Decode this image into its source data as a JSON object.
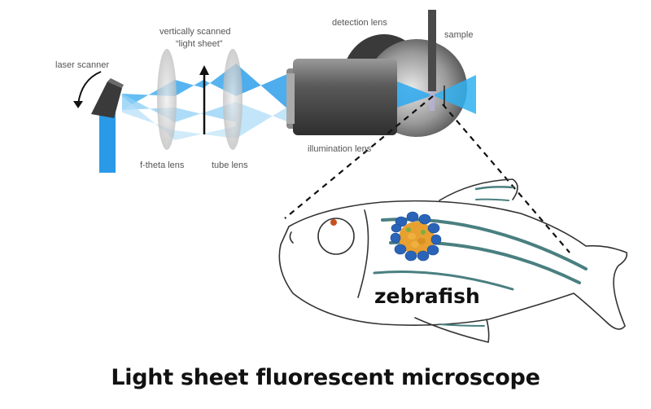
{
  "labels": {
    "laser_scanner": "laser scanner",
    "vertically_scanned_line1": "vertically scanned",
    "vertically_scanned_line2": "“light sheet”",
    "f_theta_lens": "f-theta lens",
    "tube_lens": "tube lens",
    "detection_lens": "detection lens",
    "illumination_lens": "illumination lens",
    "sample": "sample",
    "zebrafish": "zebrafish"
  },
  "caption": "Light sheet fluorescent microscope",
  "colors": {
    "beam": "#2aa0e6",
    "beam_light": "#8fd0f5",
    "lens": "#c8c8c8",
    "objective_dark": "#3c3c3c",
    "objective_mid": "#6e6e6e",
    "fish_stripe": "#4a7f80",
    "cell_outer": "#2a64b8",
    "cell_inner": "#e8a030",
    "eye_spot": "#c8501e"
  }
}
